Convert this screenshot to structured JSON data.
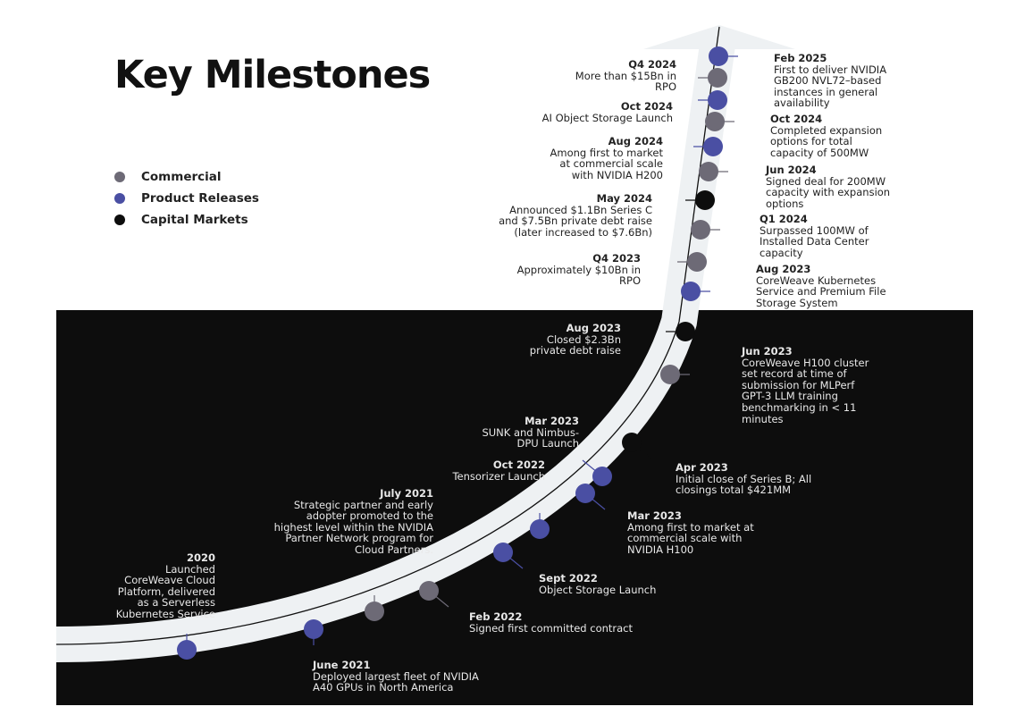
{
  "title": "Key Milestones",
  "legend": [
    {
      "label": "Commercial",
      "color": "#6d6a76"
    },
    {
      "label": "Product Releases",
      "color": "#4a4fa3"
    },
    {
      "label": "Capital Markets",
      "color": "#0d0d0d"
    }
  ],
  "milestones": [
    {
      "date": "2020",
      "text": "Launched\nCoreWeave Cloud\nPlatform, delivered\nas a Serverless\nKubernetes Service",
      "category": "Product Releases"
    },
    {
      "date": "June 2021",
      "text": "Deployed largest fleet of NVIDIA\nA40 GPUs in North America",
      "category": "Product Releases"
    },
    {
      "date": "July 2021",
      "text": "Strategic partner and early\nadopter promoted to the\nhighest level within the NVIDIA\nPartner Network program for\nCloud Partners.",
      "category": "Commercial"
    },
    {
      "date": "Feb 2022",
      "text": "Signed first committed contract",
      "category": "Commercial"
    },
    {
      "date": "Sept 2022",
      "text": "Object Storage Launch",
      "category": "Product Releases"
    },
    {
      "date": "Oct 2022",
      "text": "Tensorizer Launch",
      "category": "Product Releases"
    },
    {
      "date": "Mar 2023",
      "text": "Among first to market at\ncommercial scale with\nNVIDIA H100",
      "category": "Product Releases"
    },
    {
      "date": "Mar 2023",
      "text": "SUNK and Nimbus-\nDPU Launch",
      "category": "Product Releases"
    },
    {
      "date": "Apr 2023",
      "text": "Initial close of Series B; All\nclosings total $421MM",
      "category": "Capital Markets"
    },
    {
      "date": "Jun 2023",
      "text": "CoreWeave H100 cluster\nset record at time of\nsubmission for MLPerf\nGPT-3 LLM training\nbenchmarking in < 11\nminutes",
      "category": "Commercial"
    },
    {
      "date": "Aug 2023",
      "text": "Closed $2.3Bn\nprivate debt raise",
      "category": "Capital Markets"
    },
    {
      "date": "Aug 2023",
      "text": "CoreWeave Kubernetes\nService and Premium File\nStorage System",
      "category": "Product Releases"
    },
    {
      "date": "Q4 2023",
      "text": "Approximately  $10Bn in\nRPO",
      "category": "Commercial"
    },
    {
      "date": "Q1 2024",
      "text": "Surpassed 100MW of\nInstalled Data Center\ncapacity",
      "category": "Commercial"
    },
    {
      "date": "May 2024",
      "text": "Announced $1.1Bn Series C\nand  $7.5Bn private debt raise\n(later increased to $7.6Bn)",
      "category": "Capital Markets"
    },
    {
      "date": "Jun 2024",
      "text": "Signed deal for 200MW\ncapacity  with expansion\noptions",
      "category": "Commercial"
    },
    {
      "date": "Aug 2024",
      "text": "Among first to market\nat  commercial scale\nwith NVIDIA H200",
      "category": "Product Releases"
    },
    {
      "date": "Oct 2024",
      "text": "Completed  expansion\noptions  for total\ncapacity of 500MW",
      "category": "Commercial"
    },
    {
      "date": "Oct 2024",
      "text": "AI Object Storage Launch",
      "category": "Product Releases"
    },
    {
      "date": "Q4 2024",
      "text": "More than  $15Bn in\nRPO",
      "category": "Commercial"
    },
    {
      "date": "Feb 2025",
      "text": "First to deliver NVIDIA\nGB200 NVL72–based\ninstances in general\navailability",
      "category": "Product Releases"
    }
  ]
}
